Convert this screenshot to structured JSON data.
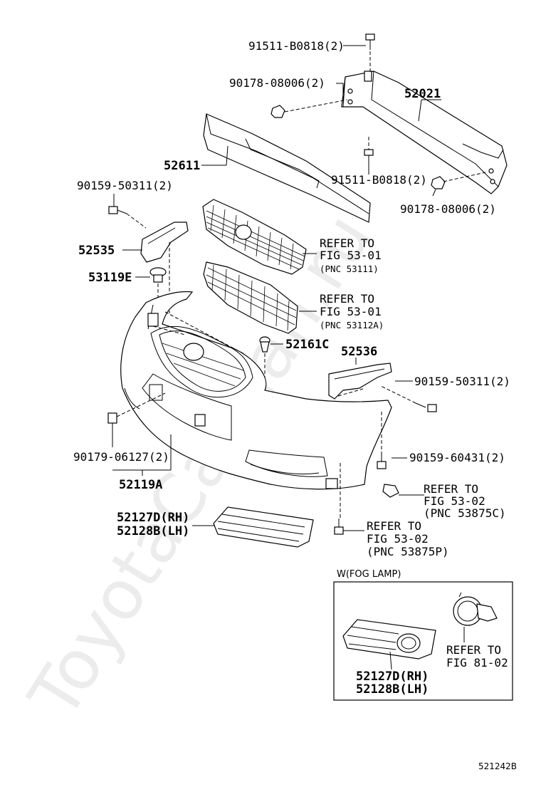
{
  "watermark": "ToyotaCatMan.ru",
  "labels": {
    "bolt_top": "91511-B0818(2)",
    "nut_top": "90178-08006(2)",
    "reinforcement": "52021",
    "absorber": "52611",
    "bolt_mid": "91511-B0818(2)",
    "nut_right": "90178-08006(2)",
    "screw_left": "90159-50311(2)",
    "retainer_left": "52535",
    "clip_53119e": "53119E",
    "refer_grille_upper_1": "REFER TO",
    "refer_grille_upper_2": "FIG 53-01",
    "refer_grille_upper_3": "(PNC 53111)",
    "refer_grille_lower_1": "REFER TO",
    "refer_grille_lower_2": "FIG 53-01",
    "refer_grille_lower_3": "(PNC 53112A)",
    "clip_52161c": "52161C",
    "retainer_right": "52536",
    "screw_right": "90159-50311(2)",
    "clip_left": "90179-06127(2)",
    "cover": "52119A",
    "screw_lower": "90159-60431(2)",
    "refer_c_1": "REFER TO",
    "refer_c_2": "FIG 53-02",
    "refer_c_3": "(PNC 53875C)",
    "refer_p_1": "REFER TO",
    "refer_p_2": "FIG 53-02",
    "refer_p_3": "(PNC 53875P)",
    "fog_cover_rh": "52127D(RH)",
    "fog_cover_lh": "52128B(LH)",
    "inset_title": "W(FOG LAMP)",
    "inset_cover_rh": "52127D(RH)",
    "inset_cover_lh": "52128B(LH)",
    "inset_refer_1": "REFER TO",
    "inset_refer_2": "FIG 81-02",
    "diagram_code": "521242B"
  }
}
